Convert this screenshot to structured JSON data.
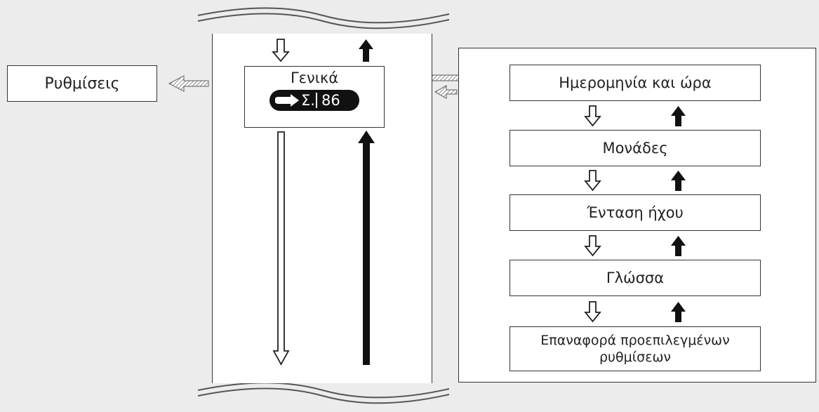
{
  "diagram": {
    "settings_label": "Ρυθμίσεις",
    "general": {
      "title": "Γενικά",
      "badge_sigma": "Σ.",
      "badge_code": "86"
    },
    "submenu": {
      "date_time": "Ημερομηνία και ώρα",
      "units": "Μονάδες",
      "volume": "Ένταση ήχου",
      "language": "Γλώσσα",
      "reset_line1": "Επαναφορά προεπιλεγμένων",
      "reset_line2": "ρυθμίσεων"
    },
    "colors": {
      "background": "#ececec",
      "box_fill": "#ffffff",
      "outline": "#333333",
      "solid_arrow": "#111111",
      "hatched_arrow": "#9a9a9a"
    }
  }
}
